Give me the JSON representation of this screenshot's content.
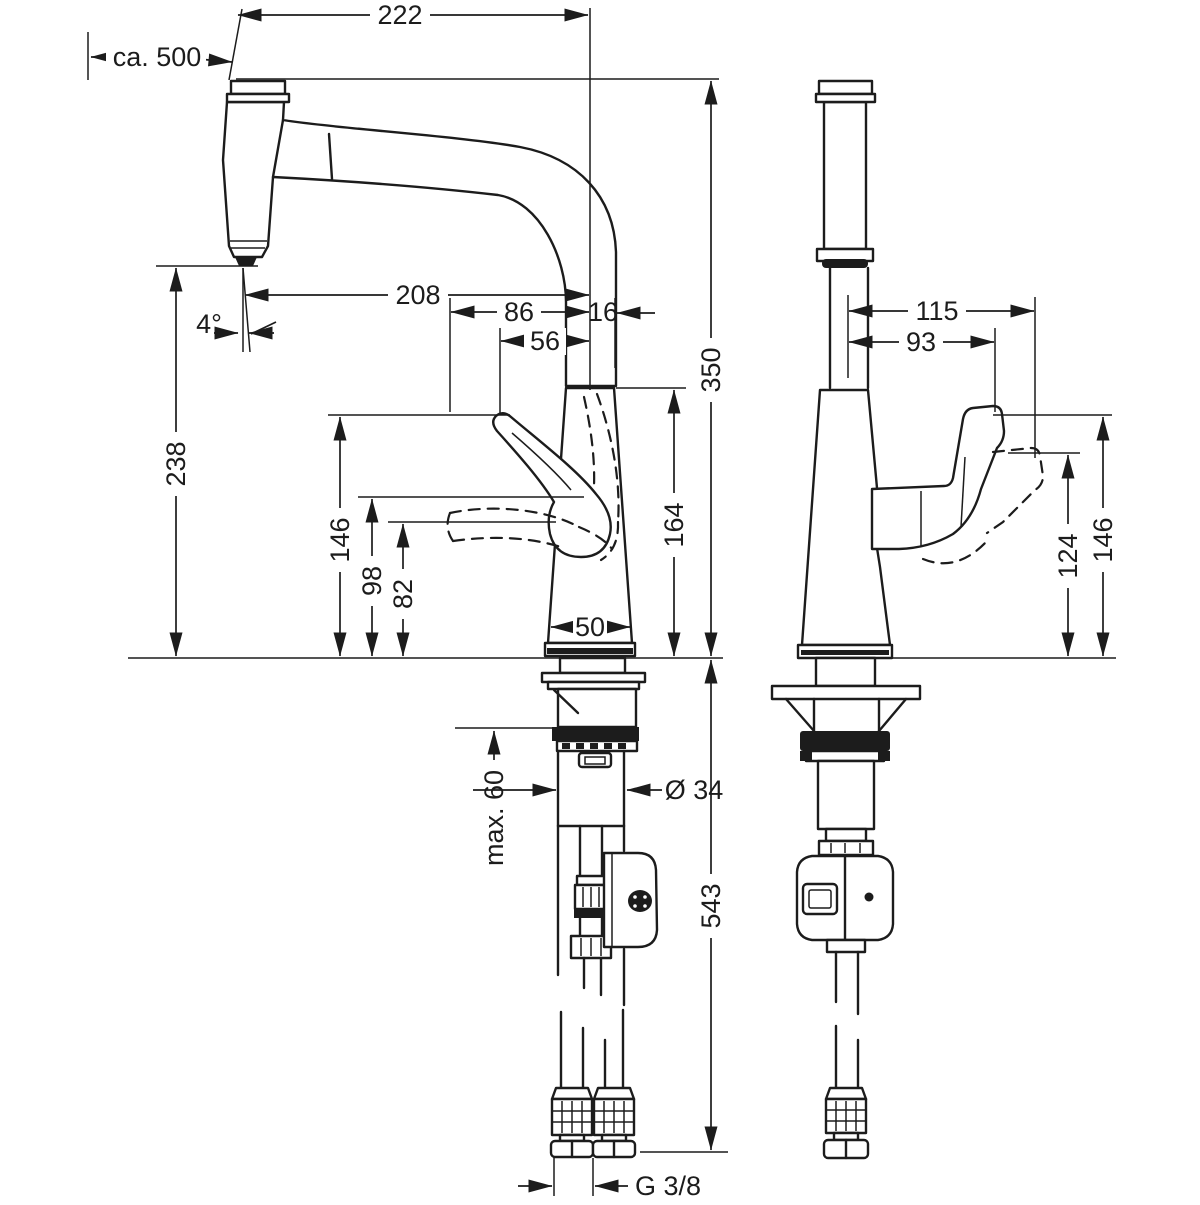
{
  "drawing": {
    "kind": "faucet installation dimension drawing",
    "views": {
      "left": "profile with pull-out spray",
      "right": "side profile"
    }
  },
  "dims": {
    "pullout": "ca. 500",
    "reach_overall": "222",
    "reach": "208",
    "d86": "86",
    "d16": "16",
    "d56": "56",
    "angle": "4°",
    "h238": "238",
    "h146_left": "146",
    "h98": "98",
    "h82": "82",
    "h164": "164",
    "h350": "350",
    "w50": "50",
    "w115": "115",
    "w93": "93",
    "h124": "124",
    "h146_right": "146",
    "max_thickness": "max. 60",
    "shank_dia": "Ø 34",
    "h543": "543",
    "thread": "G 3/8"
  }
}
